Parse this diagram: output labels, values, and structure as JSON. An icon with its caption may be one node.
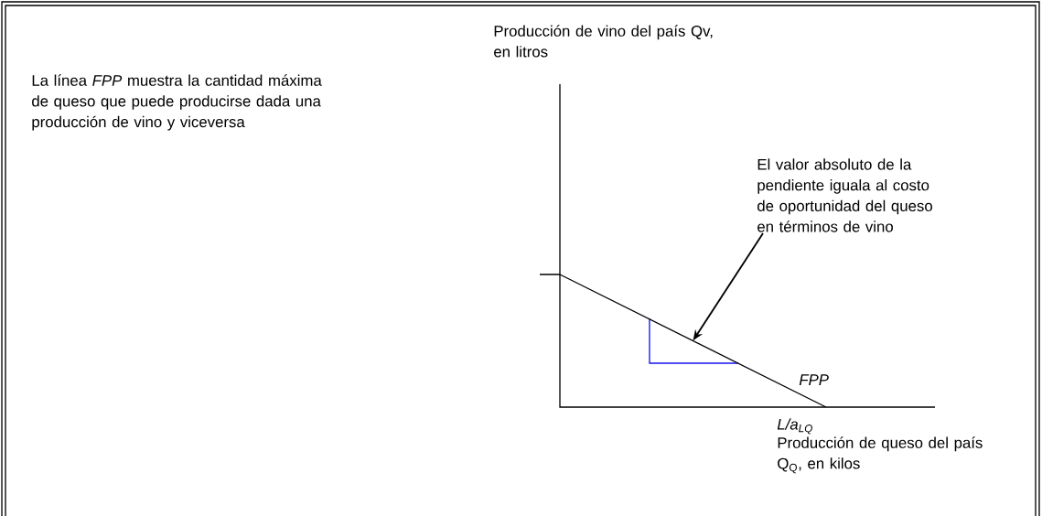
{
  "diagram": {
    "nodes": [
      {
        "text": [
          "El valor absoluto de la pendiente iguala al costo de oportunidad del queso en términos de vino"
        ]
      },
      {
        "text": [],
        "shape": "line"
      }
    ],
    "edges": [
      {
        "from": 0,
        "to": 1,
        "arrow": "to"
      }
    ],
    "labels": [
      "Producción de vino del país Qv, en litros",
      "La línea *FPP* muestra la cantidad máxima de queso que puede producirse dada una producción de vino y viceversa",
      "FPP",
      "L/a$_{LQ}$",
      "Producción de queso del país Q$_{Q}$, en kilos"
    ]
  }
}
